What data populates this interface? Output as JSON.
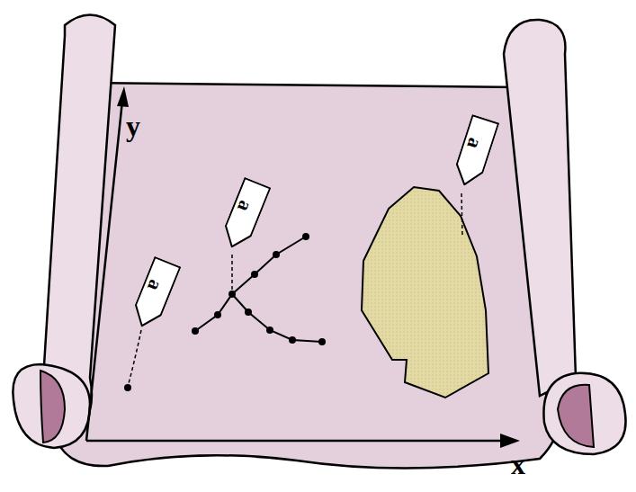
{
  "diagram": {
    "nodes": [
      {
        "text": [
          "a"
        ]
      },
      {
        "text": [
          "a"
        ]
      },
      {
        "text": [
          "a"
        ]
      }
    ],
    "labels": [
      "y",
      "x"
    ]
  }
}
